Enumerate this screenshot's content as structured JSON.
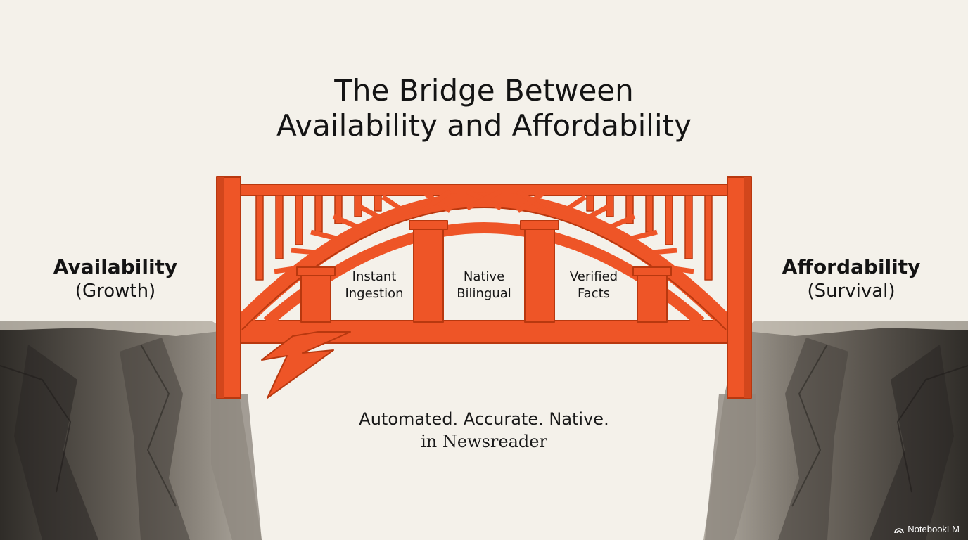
{
  "title": {
    "line1": "The Bridge Between",
    "line2": "Availability and Affordability"
  },
  "left_side": {
    "label": "Availability",
    "sublabel": "(Growth)"
  },
  "right_side": {
    "label": "Affordability",
    "sublabel": "(Survival)"
  },
  "pillars": [
    {
      "line1": "Instant",
      "line2": "Ingestion"
    },
    {
      "line1": "Native",
      "line2": "Bilingual"
    },
    {
      "line1": "Verified",
      "line2": "Facts"
    }
  ],
  "tagline": {
    "line1": "Automated. Accurate. Native.",
    "line2": "in Newsreader"
  },
  "brand": {
    "name": "NotebookLM",
    "icon": "notebooklm-logo-icon"
  },
  "colors": {
    "background": "#f4f1ea",
    "bridge": "#ee5527",
    "bridge_dark": "#c23d16",
    "rock_light": "#a39d94",
    "rock_dark": "#3e3a35",
    "text": "#141414"
  }
}
